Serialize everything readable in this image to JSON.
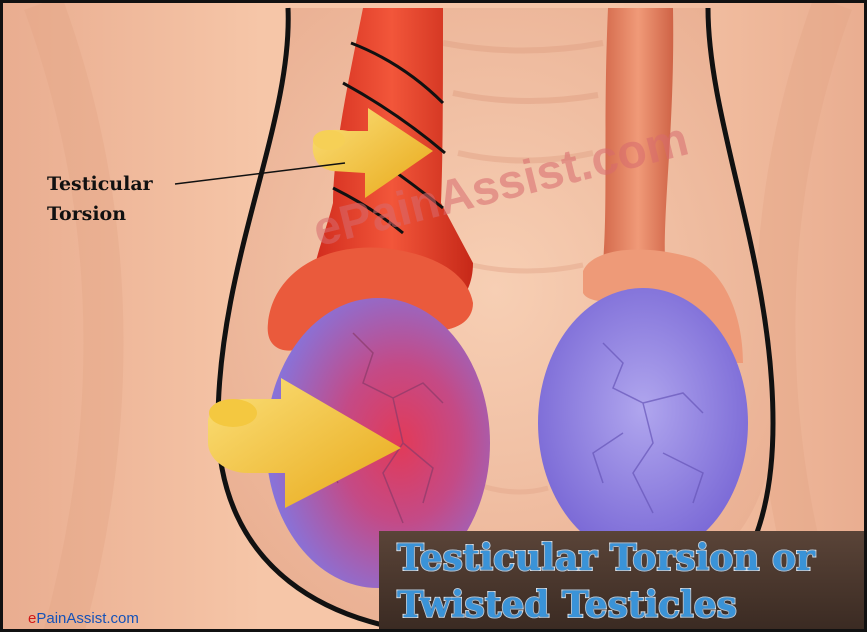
{
  "label": {
    "line1": "Testicular",
    "line2": "Torsion"
  },
  "watermark": "ePainAssist.com",
  "brand": {
    "e": "e",
    "rest": "PainAssist.com"
  },
  "banner": {
    "line1": "Testicular Torsion or",
    "line2": "Twisted Testicles"
  },
  "colors": {
    "skin": "#f0b898",
    "cord_twisted": "#e8402a",
    "cord_normal": "#e88060",
    "testis": "#8a78d8",
    "arrow": "#f2c030",
    "banner_bg": "#4a3830",
    "banner_text": "#3a93d8"
  }
}
